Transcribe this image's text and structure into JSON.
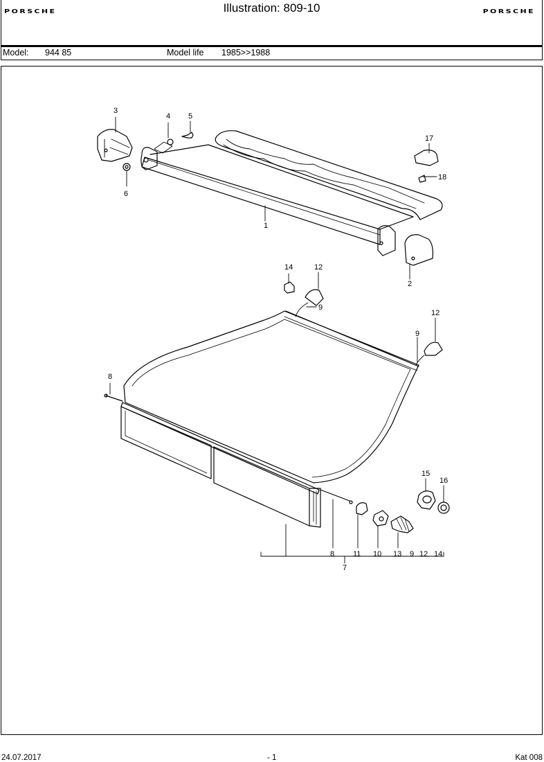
{
  "header": {
    "brand": "PORSCHE",
    "title": "Illustration: 809-10"
  },
  "model_bar": {
    "model_label": "Model:",
    "model_value": "944 85",
    "life_label": "Model life",
    "life_value": "1985>>1988"
  },
  "diagram": {
    "callouts": [
      "1",
      "2",
      "3",
      "4",
      "5",
      "6",
      "17",
      "18",
      "14",
      "12",
      "9",
      "9",
      "12",
      "8",
      "15",
      "16",
      "8",
      "11",
      "10",
      "13",
      "9",
      "12",
      "14",
      "7"
    ]
  },
  "footer": {
    "date": "24.07.2017",
    "page": "- 1",
    "catalog": "Kat 008"
  }
}
